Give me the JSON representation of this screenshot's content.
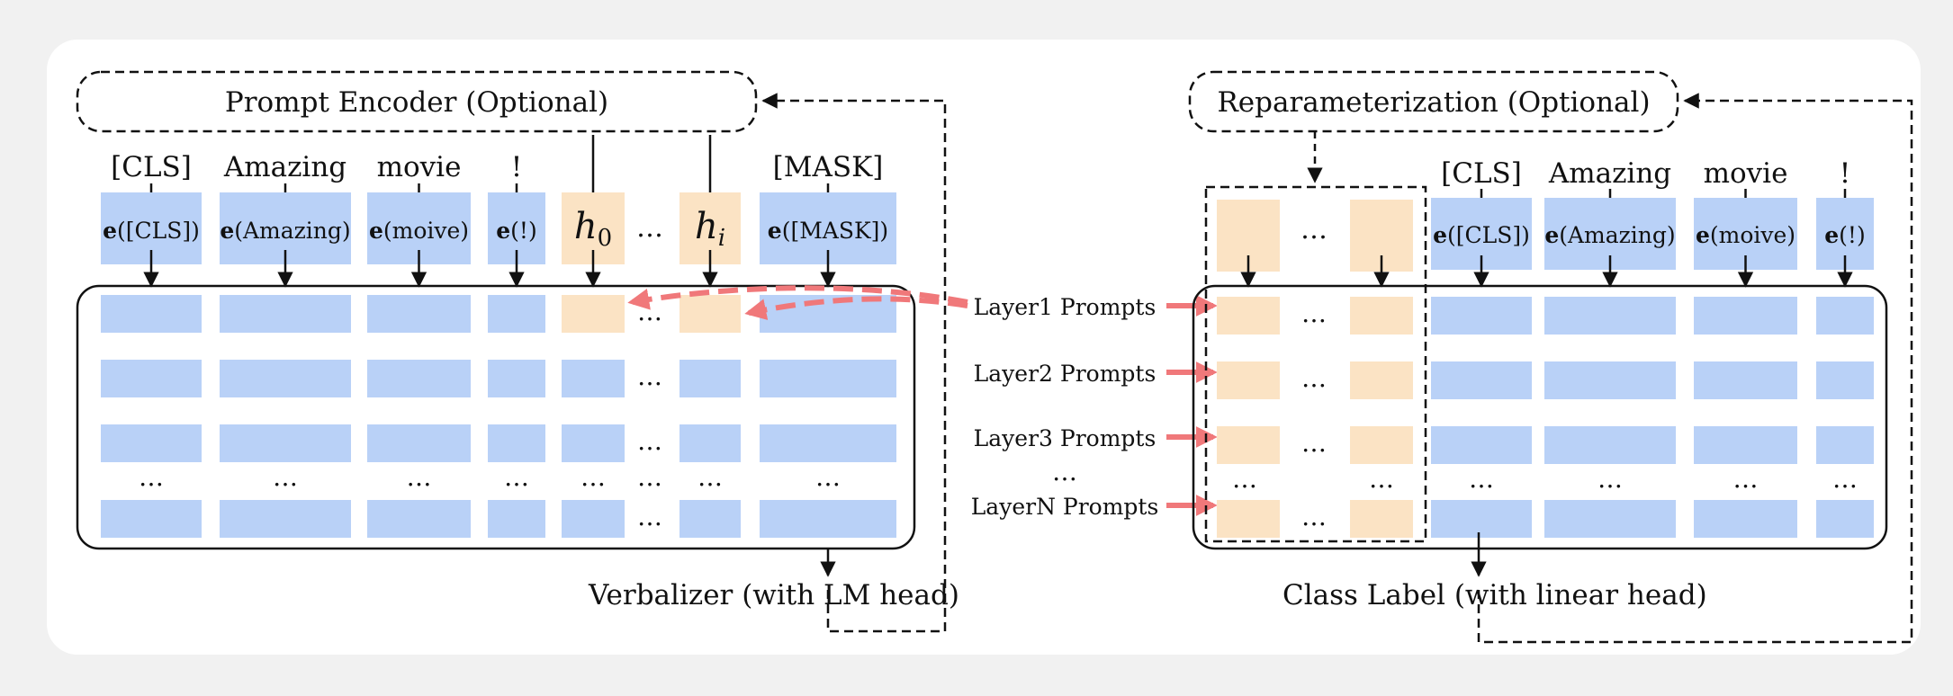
{
  "left": {
    "encoder_label": "Prompt Encoder (Optional)",
    "tokens": [
      "[CLS]",
      "Amazing",
      "movie",
      "!",
      "",
      "",
      "",
      "[MASK]"
    ],
    "embeddings": [
      "e([CLS])",
      "e(Amazing)",
      "e(moive)",
      "e(!)",
      "h0",
      "…",
      "hi",
      "e([MASK])"
    ],
    "output_label": "Verbalizer (with LM head)",
    "dots": "…"
  },
  "middle": {
    "layer_prompts": [
      "Layer1 Prompts",
      "Layer2 Prompts",
      "Layer3 Prompts",
      "…",
      "LayerN Prompts"
    ]
  },
  "right": {
    "reparam_label": "Reparameterization (Optional)",
    "tokens": [
      "",
      "",
      "",
      "[CLS]",
      "Amazing",
      "movie",
      "!"
    ],
    "embeddings": [
      "",
      "…",
      "",
      "e([CLS])",
      "e(Amazing)",
      "e(moive)",
      "e(!)"
    ],
    "output_label": "Class Label (with linear head)",
    "dots": "…"
  },
  "colors": {
    "blue": "#b9d1f7",
    "orange": "#fbe3c4",
    "red": "#f0787a",
    "line": "#111111"
  }
}
